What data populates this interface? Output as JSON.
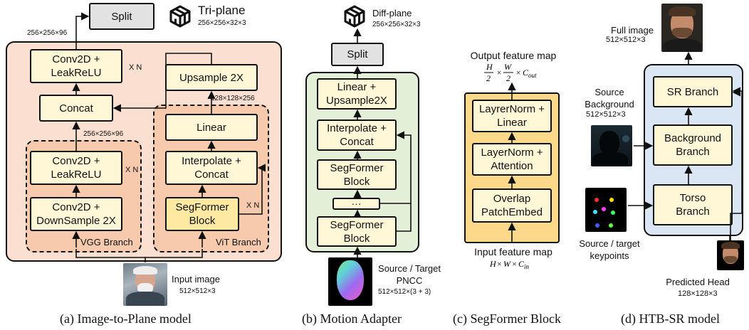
{
  "panel_a": {
    "caption": "(a) Image-to-Plane model",
    "split": "Split",
    "triplane_title": "Tri-plane",
    "triplane_dims": "256×256×32×3",
    "top_dims": "256×256×96",
    "conv_leak_top": "Conv2D +\nLeakReLU",
    "xn_top": "X N",
    "upsample": "Upsample 2X",
    "concat": "Concat",
    "dims_128": "128×128×256",
    "dims_mid": "256×256×96",
    "linear": "Linear",
    "conv_leak_bottom": "Conv2D +\nLeakReLU",
    "xn_mid": "X N",
    "interp_concat": "Interpolate +\nConcat",
    "conv_down": "Conv2D +\nDownSample 2X",
    "segformer": "SegFormer\nBlock",
    "xn_vit": "X N",
    "vgg_branch": "VGG Branch",
    "vit_branch": "ViT Branch",
    "input_label": "Input image",
    "input_dims": "512×512×3"
  },
  "panel_b": {
    "caption": "(b) Motion Adapter",
    "diffplane_title": "Diff-plane",
    "diffplane_dims": "256×256×32×3",
    "split": "Split",
    "linear_up": "Linear +\nUpsample2X",
    "interp_concat": "Interpolate +\nConcat",
    "segformer_1": "SegFormer\nBlock",
    "dots": "···",
    "segformer_2": "SegFormer\nBlock",
    "pncc_label": "Source / Target\nPNCC",
    "pncc_dims": "512×512×(3 + 3)"
  },
  "panel_c": {
    "caption": "(c) SegFormer Block",
    "output_label": "Output feature map",
    "output_dims": "H/2 × W/2 × C_out",
    "layernorm_linear": "LayrerNorm +\nLinear",
    "layernorm_attention": "LayerNorm +\nAttention",
    "overlap": "Overlap\nPatchEmbed",
    "input_label": "Input feature map",
    "input_dims": "H × W × C_in"
  },
  "panel_d": {
    "caption": "(d) HTB-SR model",
    "full_image_label": "Full image",
    "full_image_dims": "512×512×3",
    "source_bg_label": "Source\nBackground",
    "source_bg_dims": "512×512×3",
    "sr_branch": "SR Branch",
    "background_branch": "Background\nBranch",
    "torso_branch": "Torso\nBranch",
    "keypoints_label": "Source / target\nkeypoints",
    "pred_head_label": "Predicted Head",
    "pred_head_dims": "128×128×3"
  },
  "colors": {
    "peach_region": "#fbe0d2",
    "vit_dashed": "#f7c9ad",
    "vgg_dashed": "#f7c9ad",
    "green_region": "#e3efd7",
    "gold_region": "#fcd98a",
    "blue_region": "#dbe6f4",
    "box_fill": "#fff7d6",
    "gold_box": "#fde9a2"
  }
}
